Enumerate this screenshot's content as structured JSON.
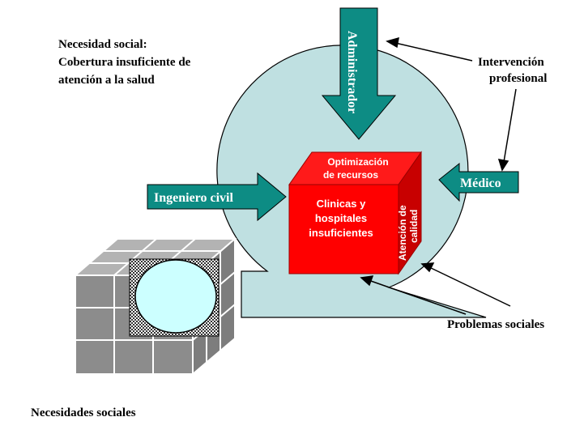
{
  "labels": {
    "need_title": "Necesidad social:",
    "need_line2": "Cobertura insuficiente de",
    "need_line3": "atención a la salud",
    "intervention_line1": "Intervención",
    "intervention_line2": "profesional",
    "social_problems": "Problemas sociales",
    "social_needs": "Necesidades sociales"
  },
  "arrows": {
    "administrador": "Administrador",
    "ingeniero_civil": "Ingeniero civil",
    "medico": "Médico"
  },
  "cube": {
    "top": "Optimización de recursos",
    "top_line1": "Optimización",
    "top_line2": "de recursos",
    "front_line1": "Clinicas y",
    "front_line2": "hospitales",
    "front_line3": "insuficientes",
    "side_line1": "Atención de",
    "side_line2": "calidad"
  },
  "colors": {
    "bubble": "#bfe0e1",
    "teal_arrow": "#0d8c84",
    "cube_front": "#ff0000",
    "cube_top": "#ff1a1a",
    "cube_side": "#c80000",
    "grid_cube": "#8c8c8c",
    "inner_circle": "#ccffff"
  }
}
